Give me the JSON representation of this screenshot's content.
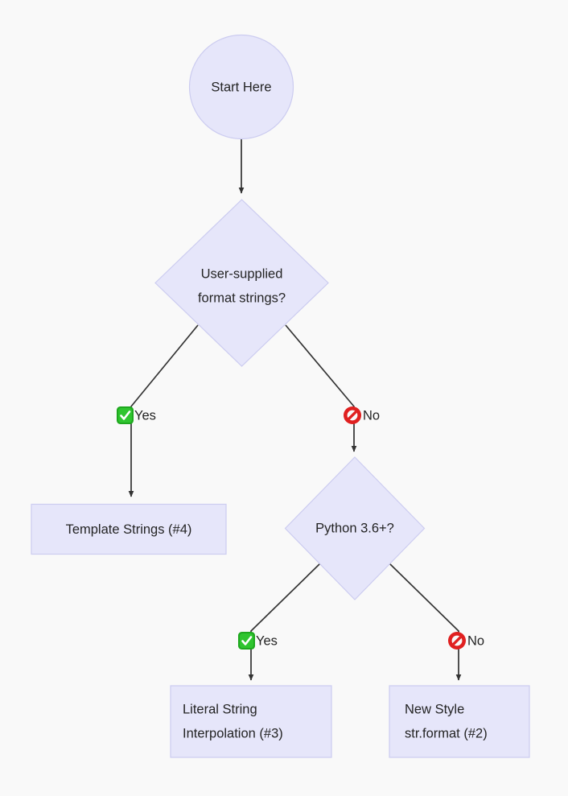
{
  "diagram": {
    "type": "flowchart",
    "background_color": "#f9f9f9",
    "node_fill_color": "#e6e6fa",
    "node_border_color": "#ccccf0",
    "edge_color": "#333333",
    "text_color": "#242424",
    "nodes": [
      {
        "id": "start",
        "shape": "circle",
        "label": "Start Here"
      },
      {
        "id": "decision1",
        "shape": "diamond",
        "label_line1": "User-supplied",
        "label_line2": "format strings?"
      },
      {
        "id": "template",
        "shape": "rectangle",
        "label": "Template Strings (#4)"
      },
      {
        "id": "decision2",
        "shape": "diamond",
        "label": "Python 3.6+?"
      },
      {
        "id": "literal",
        "shape": "rectangle",
        "label_line1": "Literal String",
        "label_line2": "Interpolation (#3)"
      },
      {
        "id": "newstyle",
        "shape": "rectangle",
        "label_line1": "New Style",
        "label_line2": "str.format (#2)"
      }
    ],
    "edges": [
      {
        "from": "start",
        "to": "decision1",
        "label": ""
      },
      {
        "from": "decision1",
        "to": "template",
        "label": "Yes",
        "badge": "check-mark-icon"
      },
      {
        "from": "decision1",
        "to": "decision2",
        "label": "No",
        "badge": "prohibited-icon"
      },
      {
        "from": "decision2",
        "to": "literal",
        "label": "Yes",
        "badge": "check-mark-icon"
      },
      {
        "from": "decision2",
        "to": "newstyle",
        "label": "No",
        "badge": "prohibited-icon"
      }
    ],
    "edge_labels": {
      "yes_top": "Yes",
      "no_top": "No",
      "yes_bottom": "Yes",
      "no_bottom": "No"
    },
    "badge_colors": {
      "yes_green": "#2fc52f",
      "no_red": "#e02020"
    }
  }
}
